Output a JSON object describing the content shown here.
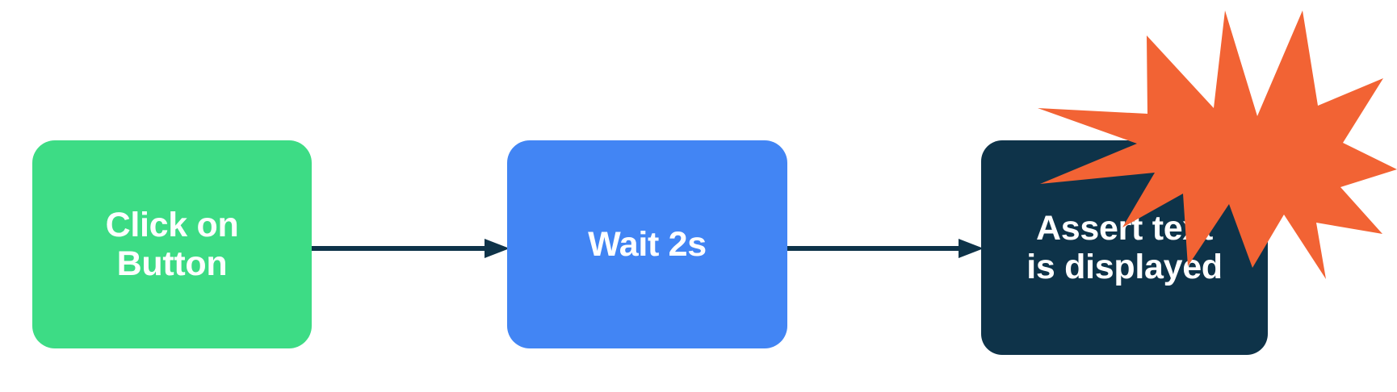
{
  "diagram": {
    "type": "flowchart",
    "orientation": "horizontal",
    "background_color": "#ffffff",
    "nodes": [
      {
        "id": "click",
        "label": "Click on\nButton",
        "shape": "rounded-rectangle",
        "fill_color": "#3DDC85",
        "text_color": "#ffffff"
      },
      {
        "id": "wait",
        "label": "Wait 2s",
        "shape": "rounded-rectangle",
        "fill_color": "#4285F4",
        "text_color": "#ffffff"
      },
      {
        "id": "assert",
        "label": "Assert text\nis displayed",
        "shape": "rounded-rectangle",
        "fill_color": "#0E3349",
        "text_color": "#ffffff"
      }
    ],
    "connectors": [
      {
        "id": "click-to-wait",
        "from": "click",
        "to": "wait",
        "style": "solid-arrow",
        "color": "#0E3349"
      },
      {
        "id": "wait-to-assert",
        "from": "wait",
        "to": "assert",
        "style": "solid-arrow",
        "color": "#0E3349"
      }
    ],
    "decorations": [
      {
        "id": "burst",
        "name": "starburst",
        "fill_color": "#F26334",
        "attached_to": "assert"
      }
    ]
  }
}
